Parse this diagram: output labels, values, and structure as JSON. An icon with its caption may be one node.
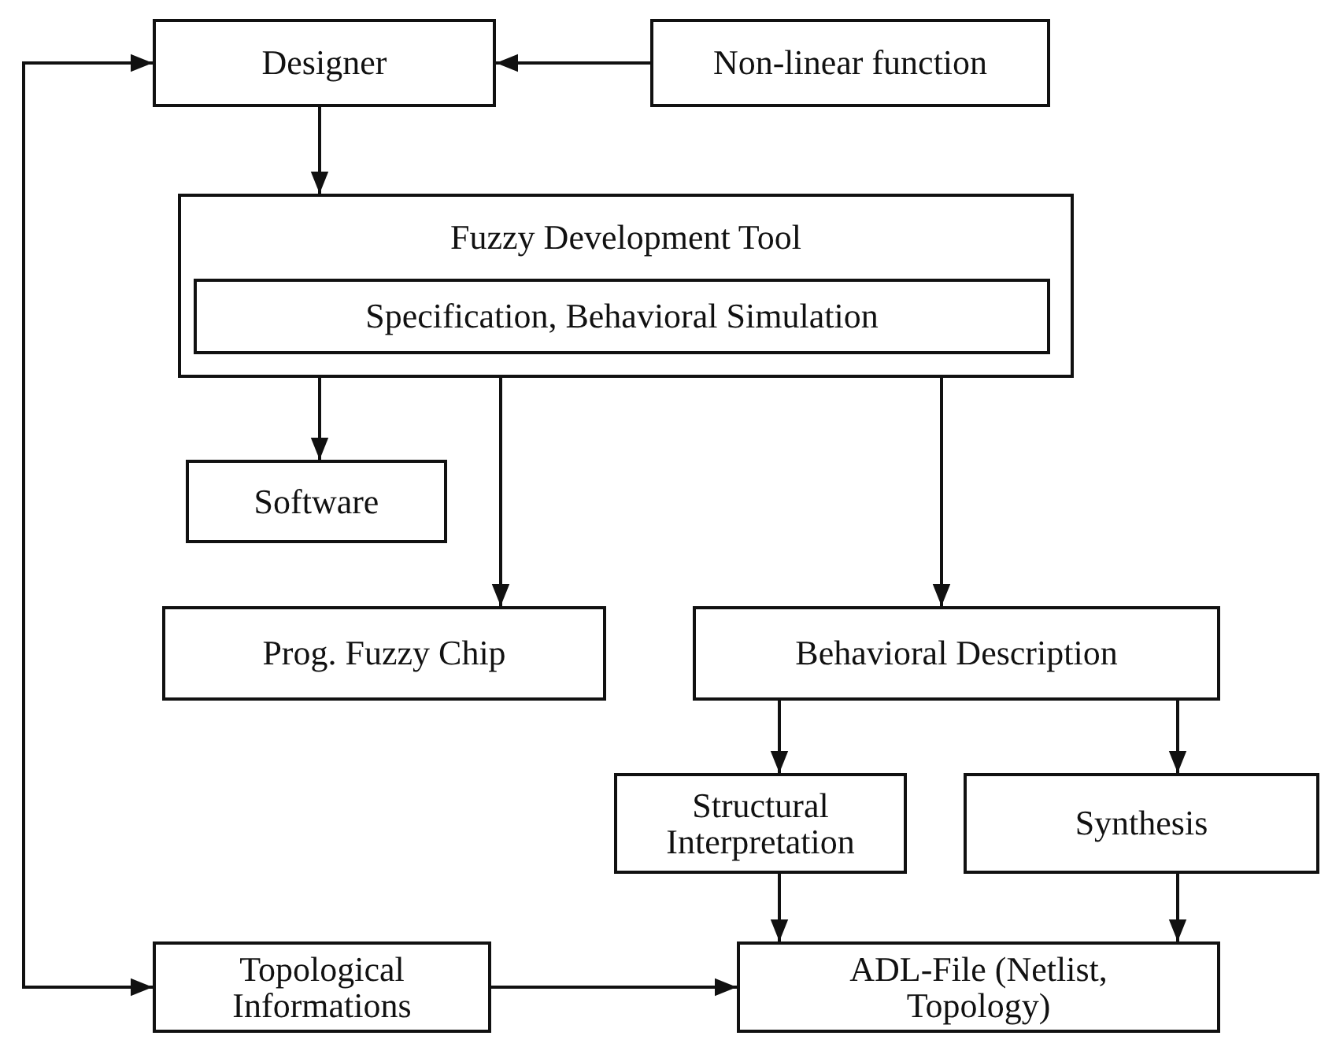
{
  "diagram": {
    "nodes": [
      {
        "text": [
          "Designer"
        ]
      },
      {
        "text": [
          "Non-linear function"
        ]
      },
      {
        "text": [
          "Fuzzy Development Tool"
        ]
      },
      {
        "text": [
          "Specification, Behavioral Simulation"
        ],
        "in": 2
      },
      {
        "text": [
          "Software"
        ]
      },
      {
        "text": [
          "Prog. Fuzzy Chip"
        ]
      },
      {
        "text": [
          "Behavioral Description"
        ]
      },
      {
        "text": [
          "Structural Interpretation"
        ]
      },
      {
        "text": [
          "Synthesis"
        ]
      },
      {
        "text": [
          "Topological Informations"
        ]
      },
      {
        "text": [
          "ADL-File (Netlist, Topology)"
        ]
      }
    ],
    "edges": [
      {
        "from": 1,
        "to": 0,
        "arrow": "to"
      },
      {
        "from": 0,
        "to": 2,
        "arrow": "to"
      },
      {
        "from": 2,
        "to": 4,
        "arrow": "to"
      },
      {
        "from": 2,
        "to": 5,
        "arrow": "to"
      },
      {
        "from": 2,
        "to": 6,
        "arrow": "to"
      },
      {
        "from": 6,
        "to": 7,
        "arrow": "to"
      },
      {
        "from": 6,
        "to": 8,
        "arrow": "to"
      },
      {
        "from": 7,
        "to": 10,
        "arrow": "to"
      },
      {
        "from": 8,
        "to": 10,
        "arrow": "to"
      },
      {
        "from": 9,
        "to": 0,
        "arrow": "both"
      },
      {
        "from": 9,
        "to": 10,
        "arrow": "to"
      }
    ]
  }
}
